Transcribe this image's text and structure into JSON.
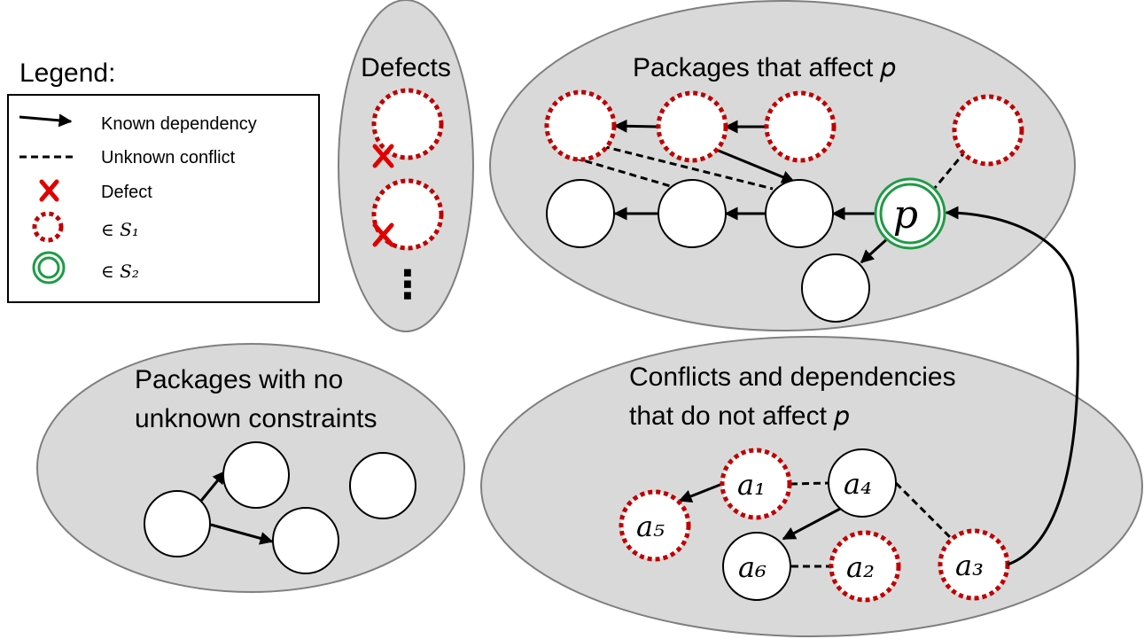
{
  "legend": {
    "title": "Legend:",
    "known_dependency": "Known dependency",
    "unknown_conflict": "Unknown conflict",
    "defect": "Defect",
    "s1_member": "∈ 𝑆₁",
    "s2_member": "∈ 𝑆₂"
  },
  "regions": {
    "defects": {
      "title": "Defects",
      "more": "⋮"
    },
    "affect_p": {
      "title": "Packages that affect 𝑝"
    },
    "no_constraints": {
      "title_line1": "Packages with no",
      "title_line2": "unknown constraints"
    },
    "not_affect_p": {
      "title_line1": "Conflicts and dependencies",
      "title_line2": "that do not affect 𝑝"
    }
  },
  "nodes": {
    "p": "𝑝",
    "a1": "𝑎₁",
    "a2": "𝑎₂",
    "a3": "𝑎₃",
    "a4": "𝑎₄",
    "a5": "𝑎₅",
    "a6": "𝑎₆"
  },
  "colors": {
    "s1": "#c00000",
    "s2": "#1f9b45",
    "defect": "#e00000",
    "region_fill": "#d9d9d9"
  }
}
